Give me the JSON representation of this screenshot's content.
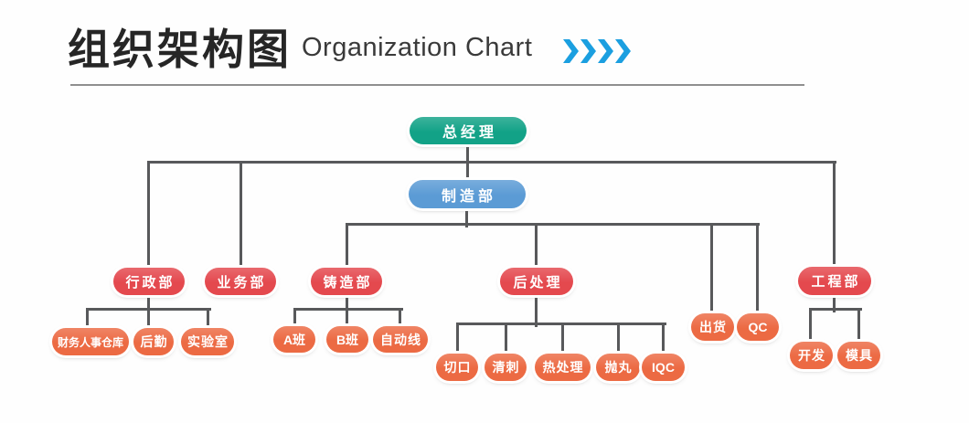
{
  "header": {
    "title_cn": "组织架构图",
    "title_en": "Organization Chart",
    "chevron_count": 4,
    "chevron_color": "#1b9fe0"
  },
  "colors": {
    "root": "#12a287",
    "dept": "#5b9bd5",
    "level3": "#e4494e",
    "leaf": "#ec6a43",
    "connector": "#58595b"
  },
  "nodes": [
    {
      "id": "ceo",
      "label": "总经理",
      "role": "root",
      "parent": null
    },
    {
      "id": "manufacturing",
      "label": "制造部",
      "role": "dept",
      "parent": "ceo"
    },
    {
      "id": "admin",
      "label": "行政部",
      "role": "level3",
      "parent": "ceo"
    },
    {
      "id": "business",
      "label": "业务部",
      "role": "level3",
      "parent": "ceo"
    },
    {
      "id": "engineering",
      "label": "工程部",
      "role": "level3",
      "parent": "ceo"
    },
    {
      "id": "casting",
      "label": "铸造部",
      "role": "level3",
      "parent": "manufacturing"
    },
    {
      "id": "post-processing",
      "label": "后处理",
      "role": "level3",
      "parent": "manufacturing"
    },
    {
      "id": "shipping",
      "label": "出货",
      "role": "leaf",
      "parent": "manufacturing"
    },
    {
      "id": "qc",
      "label": "QC",
      "role": "leaf",
      "parent": "manufacturing"
    },
    {
      "id": "finance-hr-warehouse",
      "label": "财务人事仓库",
      "role": "leaf",
      "parent": "admin"
    },
    {
      "id": "logistics",
      "label": "后勤",
      "role": "leaf",
      "parent": "admin"
    },
    {
      "id": "laboratory",
      "label": "实验室",
      "role": "leaf",
      "parent": "admin"
    },
    {
      "id": "class-a",
      "label": "A班",
      "role": "leaf",
      "parent": "casting"
    },
    {
      "id": "class-b",
      "label": "B班",
      "role": "leaf",
      "parent": "casting"
    },
    {
      "id": "auto-line",
      "label": "自动线",
      "role": "leaf",
      "parent": "casting"
    },
    {
      "id": "cutting",
      "label": "切口",
      "role": "leaf",
      "parent": "post-processing"
    },
    {
      "id": "deburring",
      "label": "清刺",
      "role": "leaf",
      "parent": "post-processing"
    },
    {
      "id": "heat-treatment",
      "label": "热处理",
      "role": "leaf",
      "parent": "post-processing"
    },
    {
      "id": "shot-blasting",
      "label": "抛丸",
      "role": "leaf",
      "parent": "post-processing"
    },
    {
      "id": "iqc",
      "label": "IQC",
      "role": "leaf",
      "parent": "post-processing"
    },
    {
      "id": "development",
      "label": "开发",
      "role": "leaf",
      "parent": "engineering"
    },
    {
      "id": "mold",
      "label": "模具",
      "role": "leaf",
      "parent": "engineering"
    }
  ]
}
